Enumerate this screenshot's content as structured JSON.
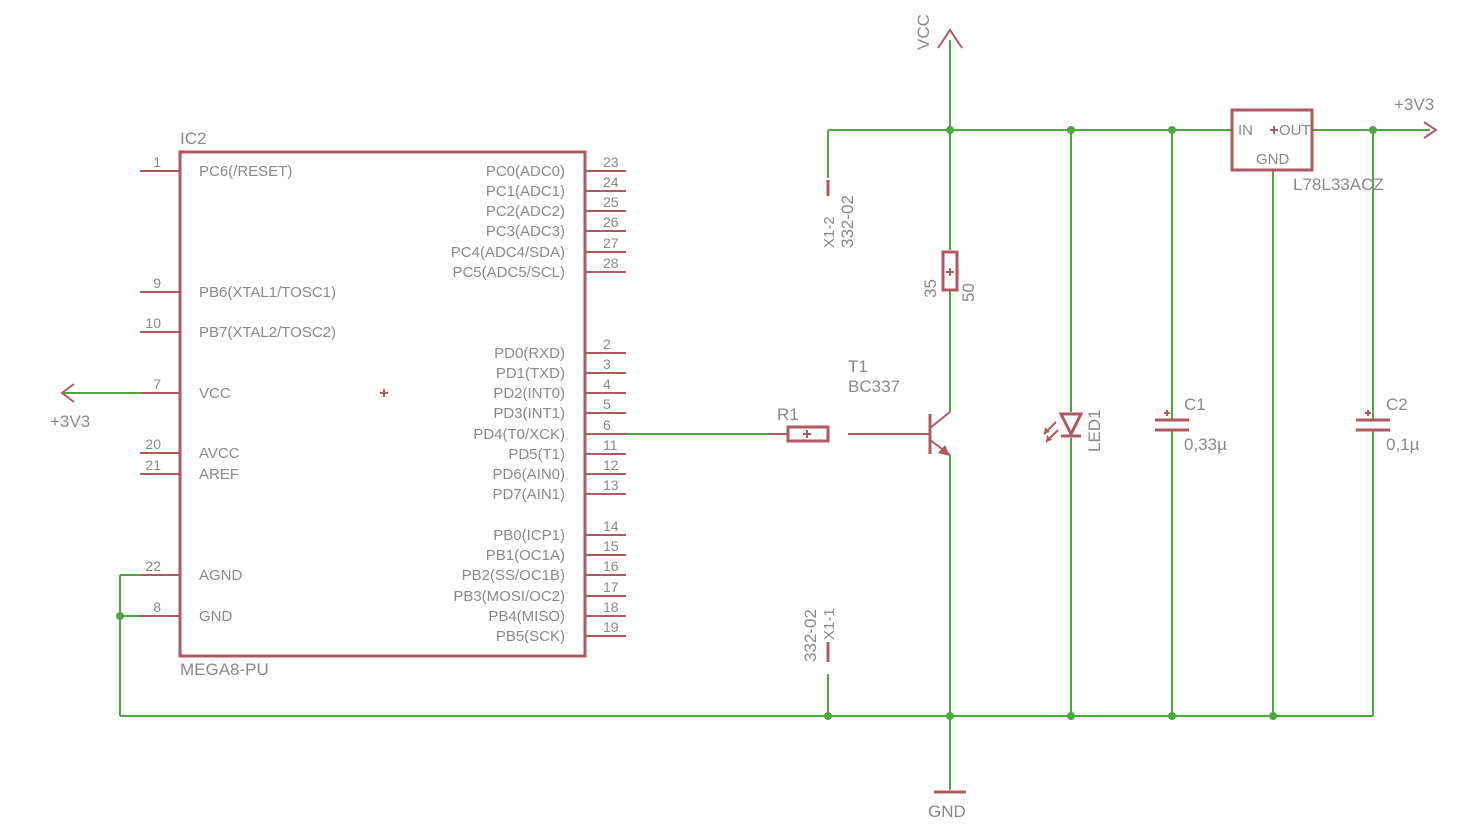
{
  "ic": {
    "name": "IC2",
    "value": "MEGA8-PU",
    "left_pins": [
      {
        "num": "1",
        "name": "PC6(/RESET)"
      },
      {
        "num": "9",
        "name": "PB6(XTAL1/TOSC1)"
      },
      {
        "num": "10",
        "name": "PB7(XTAL2/TOSC2)"
      },
      {
        "num": "7",
        "name": "VCC"
      },
      {
        "num": "20",
        "name": "AVCC"
      },
      {
        "num": "21",
        "name": "AREF"
      },
      {
        "num": "22",
        "name": "AGND"
      },
      {
        "num": "8",
        "name": "GND"
      }
    ],
    "right_pins": [
      {
        "num": "23",
        "name": "PC0(ADC0)"
      },
      {
        "num": "24",
        "name": "PC1(ADC1)"
      },
      {
        "num": "25",
        "name": "PC2(ADC2)"
      },
      {
        "num": "26",
        "name": "PC3(ADC3)"
      },
      {
        "num": "27",
        "name": "PC4(ADC4/SDA)"
      },
      {
        "num": "28",
        "name": "PC5(ADC5/SCL)"
      },
      {
        "num": "2",
        "name": "PD0(RXD)"
      },
      {
        "num": "3",
        "name": "PD1(TXD)"
      },
      {
        "num": "4",
        "name": "PD2(INT0)"
      },
      {
        "num": "5",
        "name": "PD3(INT1)"
      },
      {
        "num": "6",
        "name": "PD4(T0/XCK)"
      },
      {
        "num": "11",
        "name": "PD5(T1)"
      },
      {
        "num": "12",
        "name": "PD6(AIN0)"
      },
      {
        "num": "13",
        "name": "PD7(AIN1)"
      },
      {
        "num": "14",
        "name": "PB0(ICP1)"
      },
      {
        "num": "15",
        "name": "PB1(OC1A)"
      },
      {
        "num": "16",
        "name": "PB2(SS/OC1B)"
      },
      {
        "num": "17",
        "name": "PB3(MOSI/OC2)"
      },
      {
        "num": "18",
        "name": "PB4(MISO)"
      },
      {
        "num": "19",
        "name": "PB5(SCK)"
      }
    ]
  },
  "supply": {
    "vcc": "VCC",
    "gnd": "GND",
    "v3_right": "+3V3",
    "v3_left": "+3V3"
  },
  "connector": {
    "top_name": "X1-2",
    "top_value": "332-02",
    "bottom_name": "X1-1",
    "bottom_value": "332-02"
  },
  "pot": {
    "left_value": "35",
    "right_value": "50"
  },
  "transistor": {
    "name": "T1",
    "value": "BC337"
  },
  "resistor": {
    "name": "R1"
  },
  "led": {
    "name": "LED1"
  },
  "cap1": {
    "name": "C1",
    "value": "0,33µ"
  },
  "cap2": {
    "name": "C2",
    "value": "0,1µ"
  },
  "regulator": {
    "value": "L78L33ACZ",
    "pin_in": "IN",
    "pin_out": "OUT",
    "pin_gnd": "GND"
  },
  "colors": {
    "wire": "#4aa83c",
    "part": "#b0585e",
    "text": "#888888",
    "background": "#ffffff"
  }
}
